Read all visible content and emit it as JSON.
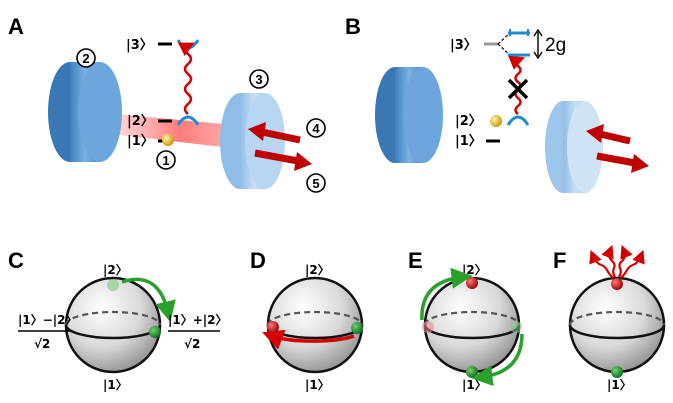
{
  "panels": {
    "A": "A",
    "B": "B",
    "C": "C",
    "D": "D",
    "E": "E",
    "F": "F"
  },
  "levels": {
    "ket1": "|1〉",
    "ket2": "|2〉",
    "ket3": "|3〉"
  },
  "markers": [
    "1",
    "2",
    "3",
    "4",
    "5"
  ],
  "coupling_label": "2g",
  "bloch": {
    "top": "|2〉",
    "bottom": "|1〉",
    "minus_num": "|1〉−|2〉",
    "plus_num": "|1〉+|2〉",
    "sqrt2": "√2"
  },
  "colors": {
    "mirror": "#5b9bd5",
    "laser_red": "#d40000",
    "atom_yellow": "#e0b400",
    "green_dot": "#1a8a2a",
    "red_dot": "#cc1111",
    "green_arrow": "#2ca02c"
  }
}
